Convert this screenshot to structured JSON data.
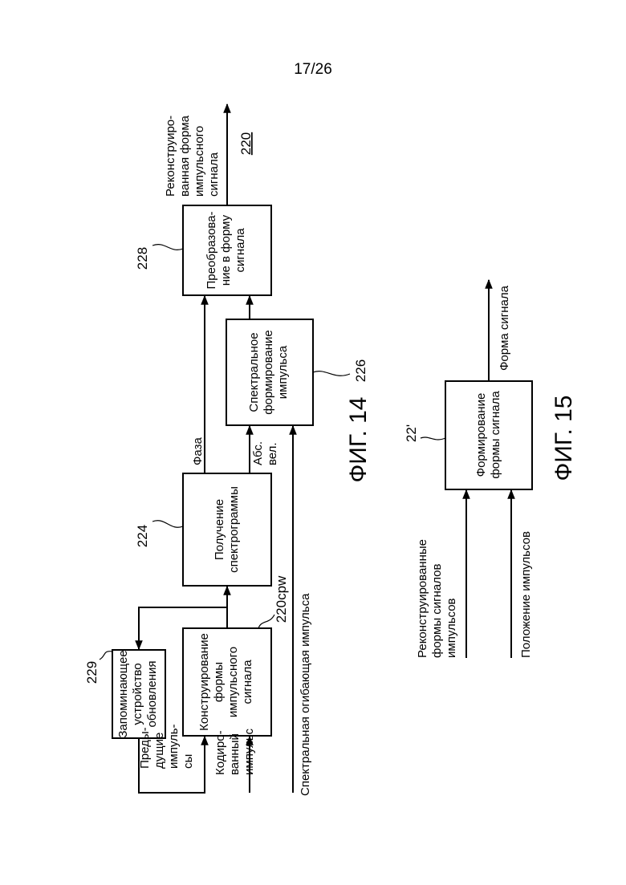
{
  "page_number": "17/26",
  "fig14": {
    "caption": "ФИГ. 14",
    "system_ref": "220",
    "blocks": {
      "construct": {
        "ref": "220cpw",
        "lines": [
          "Конструирование",
          "формы",
          "импульсного",
          "сигнала"
        ]
      },
      "memory": {
        "ref": "229",
        "lines": [
          "Запоминающее",
          "устройство",
          "обновления"
        ]
      },
      "spectrogram": {
        "ref": "224",
        "lines": [
          "Получение",
          "спектрограммы"
        ]
      },
      "spectral_shaping": {
        "ref": "226",
        "lines": [
          "Спектральное",
          "формирование",
          "импульса"
        ]
      },
      "conversion": {
        "ref": "228",
        "lines": [
          "Преобразова-",
          "ние в форму",
          "сигнала"
        ]
      }
    },
    "labels": {
      "previous_pulses": [
        "Преды-",
        "дущие",
        "импуль-",
        "сы"
      ],
      "coded_pulse": [
        "Кодиро-",
        "ванный",
        "импульс"
      ],
      "spectral_envelope": "Спектральная огибающая импульса",
      "phase": "Фаза",
      "abs_value": [
        "Абс.",
        "вел."
      ],
      "output": [
        "Реконструиро-",
        "ванная форма",
        "импульсного",
        "сигнала"
      ]
    }
  },
  "fig15": {
    "caption": "ФИГ. 15",
    "block": {
      "ref": "22'",
      "lines": [
        "Формирование",
        "формы сигнала"
      ]
    },
    "labels": {
      "reconstructed_forms": [
        "Реконструированные",
        "формы сигналов",
        "импульсов"
      ],
      "pulse_positions": "Положение импульсов",
      "output": "Форма сигнала"
    }
  }
}
